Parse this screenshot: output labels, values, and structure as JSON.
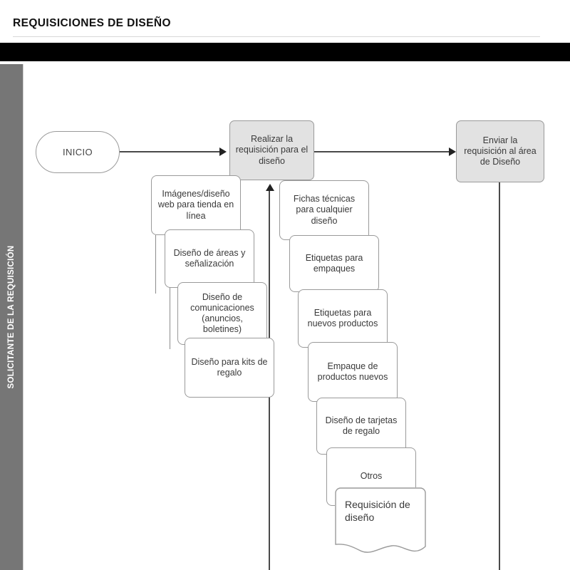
{
  "header": {
    "title": "REQUISICIONES DE DISEÑO"
  },
  "lane": {
    "label": "SOLICITANTE DE LA REQUISICIÓN"
  },
  "chart_data": {
    "type": "diagram",
    "title": "REQUISICIONES DE DISEÑO",
    "lane": "SOLICITANTE DE LA REQUISICIÓN",
    "nodes": [
      {
        "id": "inicio",
        "shape": "stadium",
        "label": "INICIO"
      },
      {
        "id": "realizar",
        "shape": "process",
        "label": "Realizar la requisición para el diseño"
      },
      {
        "id": "enviar",
        "shape": "process",
        "label": "Enviar la requisición al área de Diseño"
      }
    ],
    "edges": [
      {
        "from": "inicio",
        "to": "realizar",
        "direction": "right"
      },
      {
        "from": "realizar",
        "to": "enviar",
        "direction": "right"
      },
      {
        "from": "tipos-de-requisicion",
        "to": "realizar",
        "direction": "up"
      }
    ]
  },
  "flow": {
    "start": {
      "label": "INICIO"
    },
    "process_1": {
      "label": "Realizar la requisición para el diseño"
    },
    "process_2": {
      "label": "Enviar la requisición al área de Diseño"
    }
  },
  "left_stack": [
    {
      "label": "Imágenes/diseño web para tienda en línea"
    },
    {
      "label": "Diseño de áreas y señalización"
    },
    {
      "label": "Diseño de comunicaciones (anuncios, boletines)"
    },
    {
      "label": "Diseño para kits de regalo"
    }
  ],
  "right_stack": [
    {
      "label": "Fichas técnicas para cualquier diseño"
    },
    {
      "label": "Etiquetas para empaques"
    },
    {
      "label": "Etiquetas para nuevos productos"
    },
    {
      "label": "Empaque de productos nuevos"
    },
    {
      "label": "Diseño de tarjetas de regalo"
    },
    {
      "label": "Otros"
    }
  ],
  "document": {
    "label": "Requisición de diseño"
  },
  "colors": {
    "lane_bg": "#767676",
    "process_fill": "#e2e2e2",
    "card_fill": "#ffffff",
    "node_border": "#9a9a9a",
    "connector": "#4a4a4a",
    "header_bar": "#000000"
  }
}
